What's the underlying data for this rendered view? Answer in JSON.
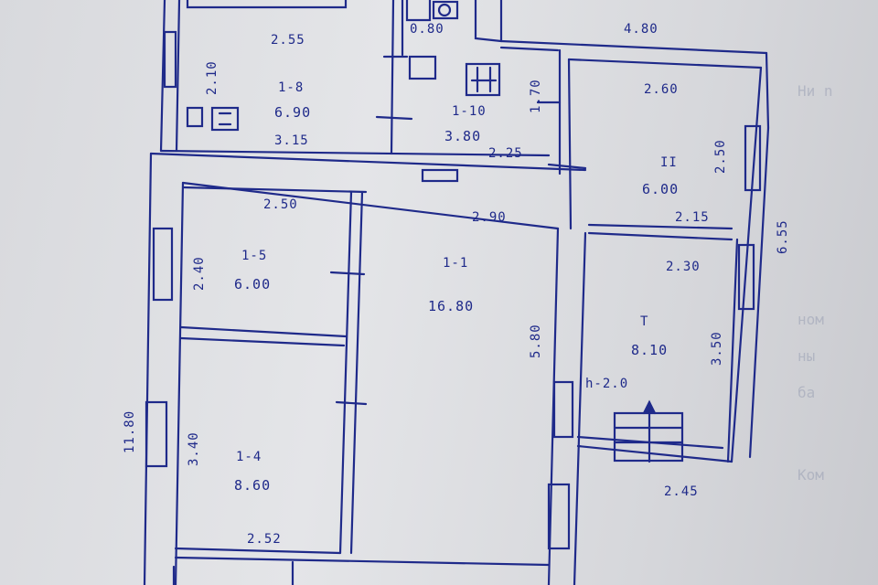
{
  "rooms": [
    {
      "id": "1-8",
      "name": "1-8",
      "area": "6.90"
    },
    {
      "id": "1-10",
      "name": "1-10",
      "area": "3.80"
    },
    {
      "id": "11",
      "name": "II",
      "area": "6.00"
    },
    {
      "id": "1-5",
      "name": "1-5",
      "area": "6.00"
    },
    {
      "id": "1-1",
      "name": "1-1",
      "area": "16.80"
    },
    {
      "id": "1-4",
      "name": "1-4",
      "area": "8.60"
    },
    {
      "id": "t",
      "name": "T",
      "area": "8.10"
    }
  ],
  "dimensions": {
    "top_2_55": "2.55",
    "top_0_80": "0.80",
    "top_4_80": "4.80",
    "r18_2_10": "2.10",
    "r18_3_15": "3.15",
    "r110_1_70": "1.70",
    "r110_2_25": "2.25",
    "r11_2_60": "2.60",
    "r11_2_50": "2.50",
    "r11_2_15": "2.15",
    "overall_6_55": "6.55",
    "r15_2_50": "2.50",
    "r15_2_40": "2.40",
    "r11_2_90": "2.90",
    "rt_2_30": "2.30",
    "rt_3_50": "3.50",
    "r11_5_80": "5.80",
    "overall_11_80": "11.80",
    "r14_3_40": "3.40",
    "rt_2_45": "2.45",
    "r14_2_52": "2.52"
  },
  "notes": {
    "height": "h-2.0"
  },
  "colors": {
    "ink": "#1f2a8a",
    "paper": "#dcdde0"
  }
}
